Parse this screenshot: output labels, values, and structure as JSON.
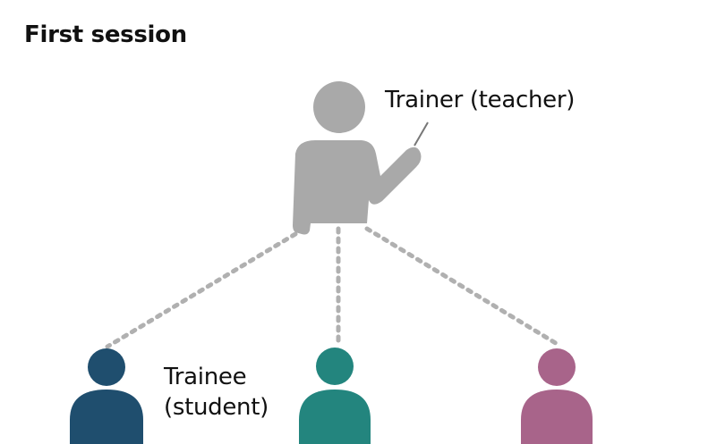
{
  "title": "First session",
  "trainer": {
    "label": "Trainer (teacher)",
    "color": "#a9a9a9",
    "icon": "teacher-pointing-icon"
  },
  "trainee_label": {
    "line1": "Trainee",
    "line2": "(student)"
  },
  "trainees": [
    {
      "name": "trainee-left",
      "color": "#1f4e6e",
      "icon": "person-icon"
    },
    {
      "name": "trainee-center",
      "color": "#23857e",
      "icon": "person-icon"
    },
    {
      "name": "trainee-right",
      "color": "#a8648a",
      "icon": "person-icon"
    }
  ],
  "connector_color": "#b0b0b0"
}
